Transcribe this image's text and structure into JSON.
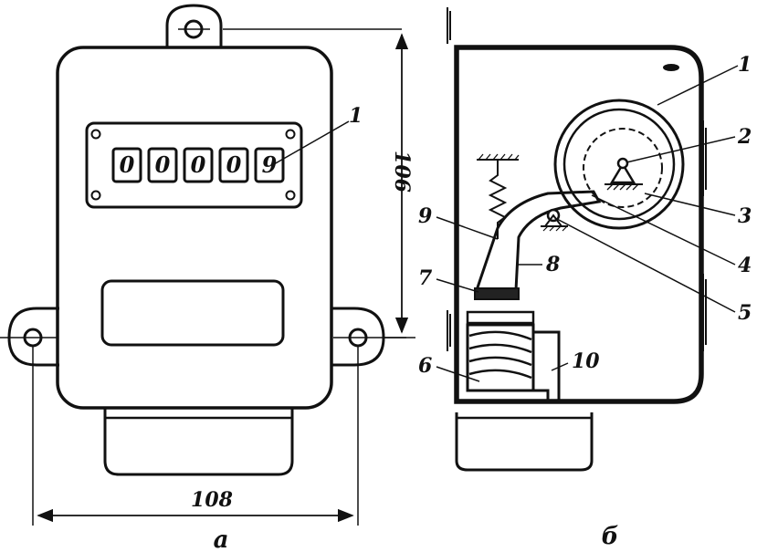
{
  "figure_a": {
    "counter_digits": [
      "0",
      "0",
      "0",
      "0",
      "9"
    ],
    "callout_1": "1",
    "dim_height": "106",
    "dim_width": "108",
    "caption": "а"
  },
  "figure_b": {
    "callouts": {
      "c1": "1",
      "c2": "2",
      "c3": "3",
      "c4": "4",
      "c5": "5",
      "c6": "6",
      "c7": "7",
      "c8": "8",
      "c9": "9",
      "c10": "10"
    },
    "caption": "б"
  }
}
